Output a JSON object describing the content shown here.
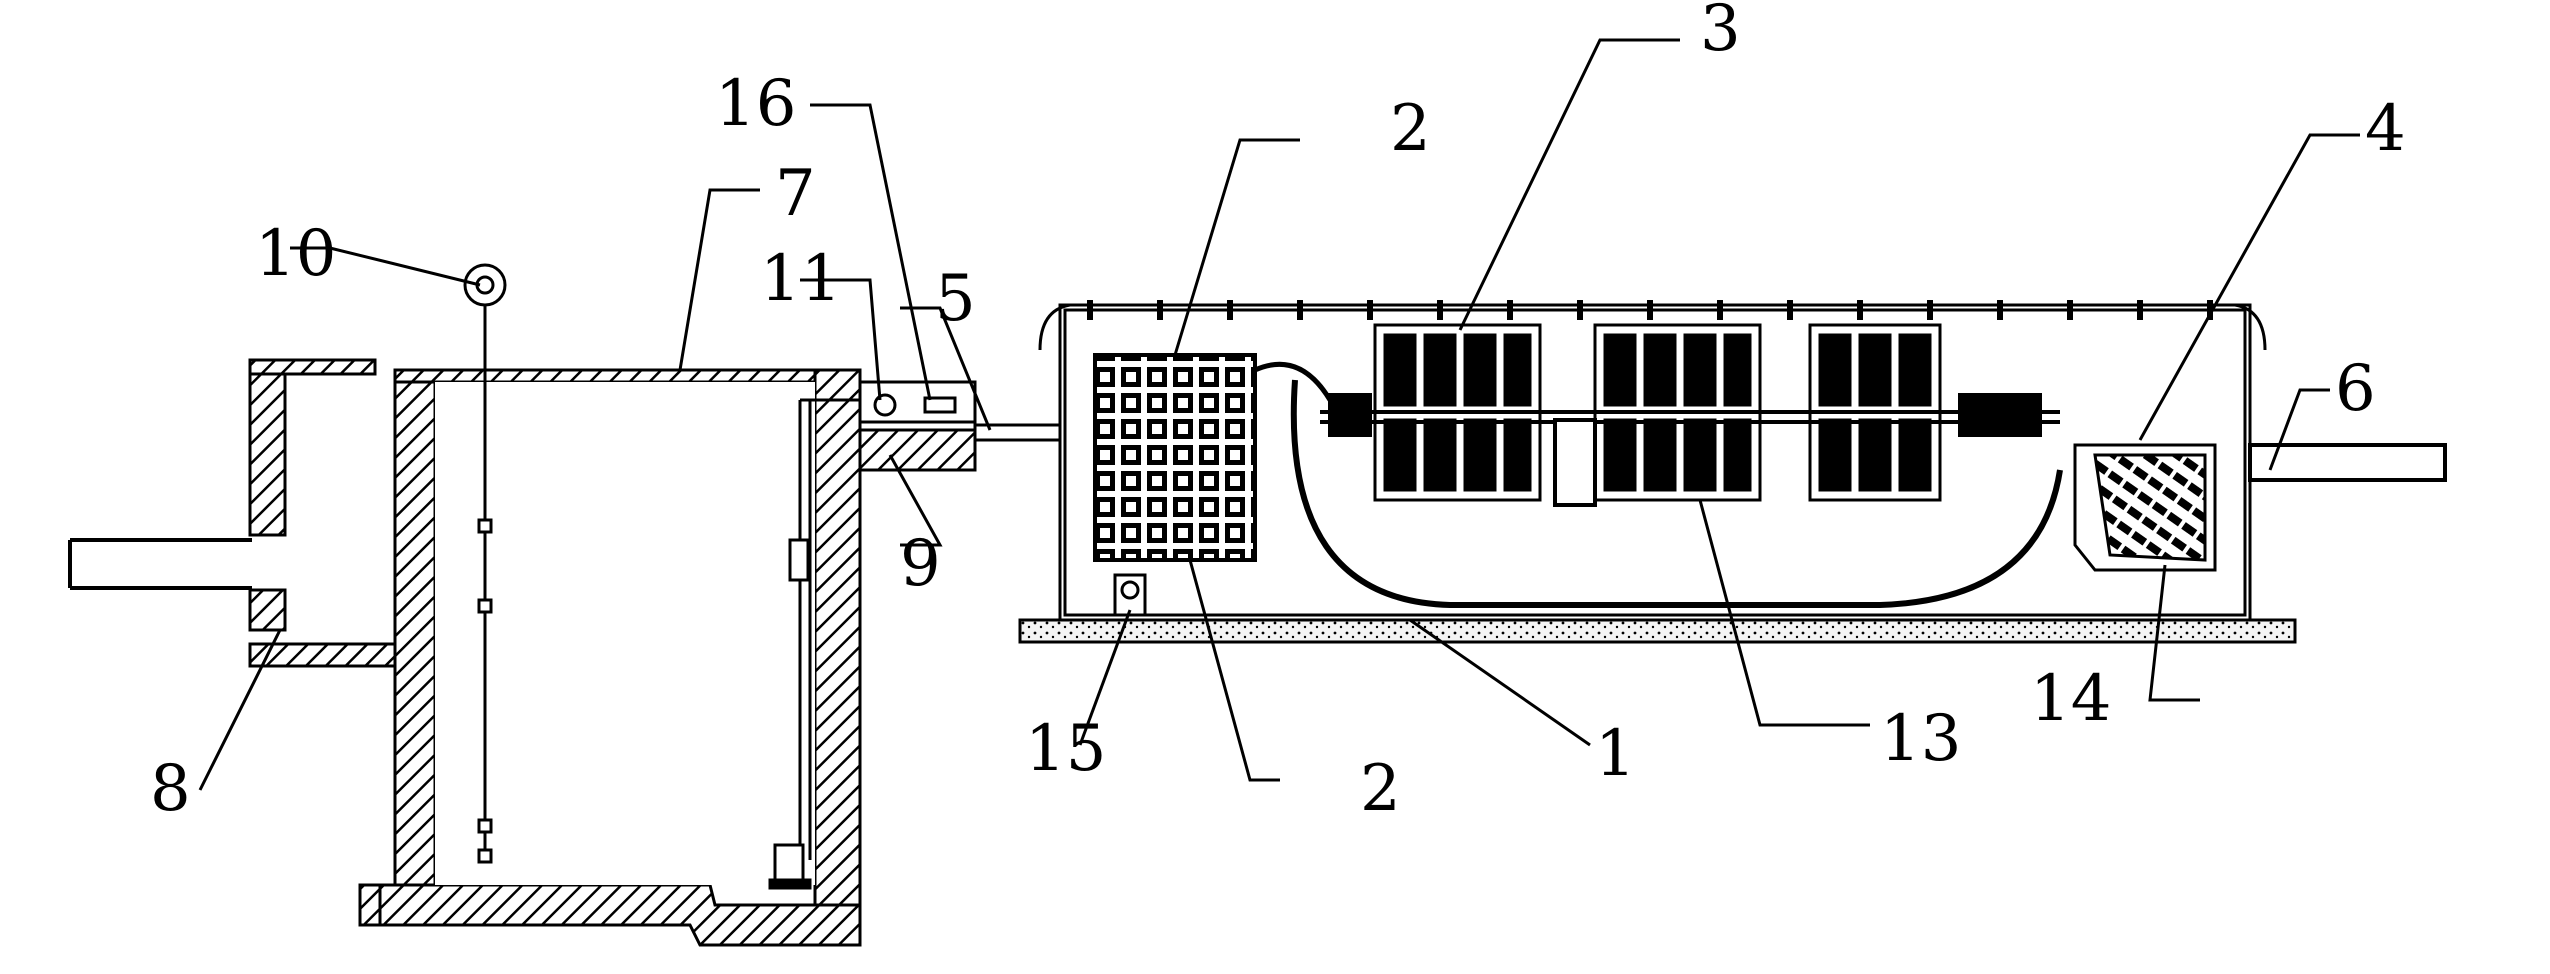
{
  "colors": {
    "ink": "#000000",
    "paper": "#ffffff",
    "ground": "#f2f2f2"
  },
  "callouts": [
    {
      "id": "c1",
      "text": "1"
    },
    {
      "id": "c2",
      "text": "2"
    },
    {
      "id": "c3",
      "text": "3"
    },
    {
      "id": "c4",
      "text": "4"
    },
    {
      "id": "c5",
      "text": "5"
    },
    {
      "id": "c6",
      "text": "6"
    },
    {
      "id": "c7",
      "text": "7"
    },
    {
      "id": "c8",
      "text": "8"
    },
    {
      "id": "c9",
      "text": "9"
    },
    {
      "id": "c10",
      "text": "10"
    },
    {
      "id": "c11",
      "text": "11"
    },
    {
      "id": "c12",
      "text": "2"
    },
    {
      "id": "c13",
      "text": "13"
    },
    {
      "id": "c14",
      "text": "14"
    },
    {
      "id": "c15",
      "text": "15"
    },
    {
      "id": "c16",
      "text": "16"
    }
  ]
}
